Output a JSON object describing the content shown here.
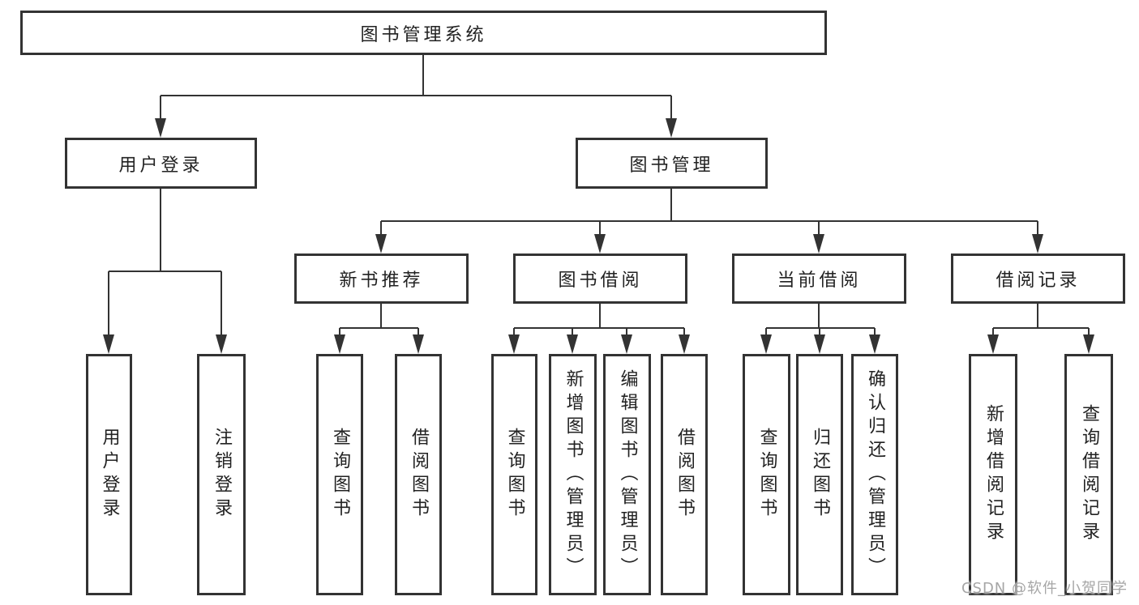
{
  "diagram": {
    "title": "图书管理系统",
    "colors": {
      "line": "#333333",
      "text": "#222222",
      "background": "#ffffff",
      "watermark": "#a6a6a6"
    },
    "nodes": {
      "root": "图书管理系统",
      "user_login": "用户登录",
      "book_mgmt": "图书管理",
      "new_book_rec": "新书推荐",
      "book_borrow": "图书借阅",
      "current_borrow": "当前借阅",
      "borrow_records": "借阅记录",
      "leaf_user_login": "用户登录",
      "leaf_logout": "注销登录",
      "leaf_nb_query_books": "查询图书",
      "leaf_nb_borrow_books": "借阅图书",
      "leaf_bb_query_books": "查询图书",
      "leaf_bb_add_books": "新增图书（管理员）",
      "leaf_bb_edit_books": "编辑图书（管理员）",
      "leaf_bb_borrow_books": "借阅图书",
      "leaf_cb_query_books": "查询图书",
      "leaf_cb_return_books": "归还图书",
      "leaf_cb_confirm_return": "确认归还（管理员）",
      "leaf_br_add_record": "新增借阅记录",
      "leaf_br_query_record": "查询借阅记录"
    },
    "structure": {
      "图书管理系统": {
        "用户登录": [
          "用户登录",
          "注销登录"
        ],
        "图书管理": {
          "新书推荐": [
            "查询图书",
            "借阅图书"
          ],
          "图书借阅": [
            "查询图书",
            "新增图书（管理员）",
            "编辑图书（管理员）",
            "借阅图书"
          ],
          "当前借阅": [
            "查询图书",
            "归还图书",
            "确认归还（管理员）"
          ],
          "借阅记录": [
            "新增借阅记录",
            "查询借阅记录"
          ]
        }
      }
    }
  },
  "watermark": "CSDN @软件_小贺同学"
}
